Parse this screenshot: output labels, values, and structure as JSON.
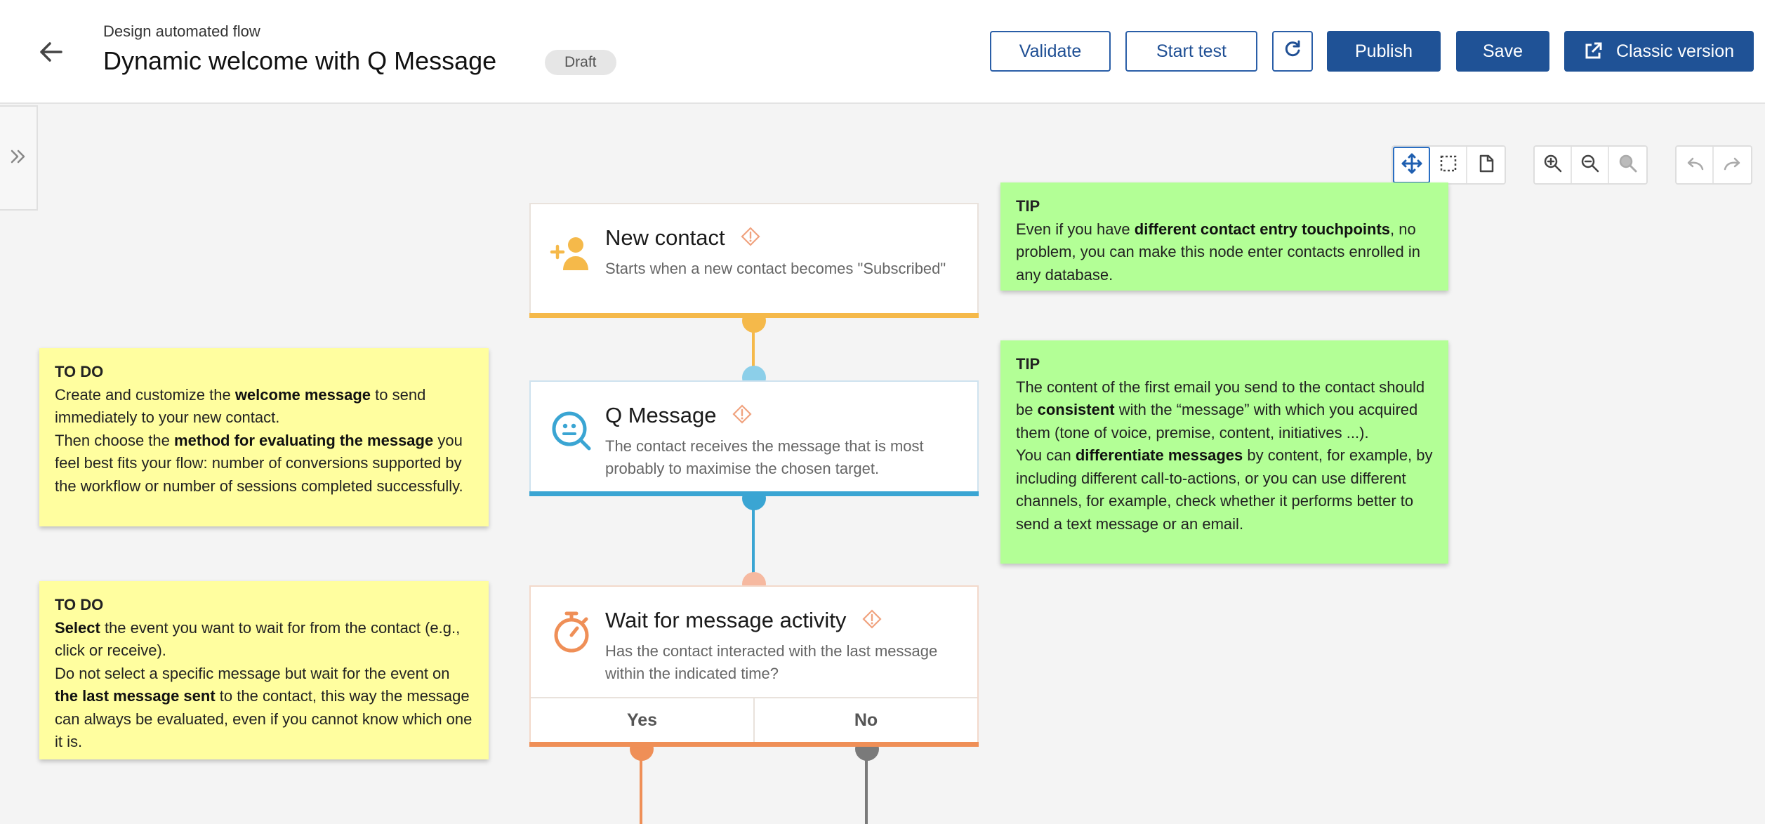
{
  "header": {
    "subtitle": "Design automated flow",
    "title": "Dynamic welcome with Q Message",
    "status_badge": "Draft",
    "buttons": {
      "validate": "Validate",
      "start_test": "Start test",
      "publish": "Publish",
      "save": "Save",
      "classic_version": "Classic version"
    }
  },
  "colors": {
    "primary": "#1f5296",
    "new_contact": "#f5b94a",
    "q_message": "#3aa5d3",
    "wait_activity": "#ef8f57",
    "no_branch": "#777777",
    "note_yellow": "#fffe9f",
    "note_green": "#b3ff96"
  },
  "nodes": {
    "new_contact": {
      "icon": "add-person-icon",
      "title": "New contact",
      "description": "Starts when a new contact becomes \"Subscribed\""
    },
    "q_message": {
      "icon": "q-message-icon",
      "title": "Q Message",
      "description": "The contact receives the message that is most probably to maximise the chosen target."
    },
    "wait_activity": {
      "icon": "stopwatch-icon",
      "title": "Wait for message activity",
      "description": "Has the contact interacted with the last message within the indicated time?",
      "branch_yes": "Yes",
      "branch_no": "No"
    }
  },
  "notes": {
    "tip1": {
      "heading": "TIP",
      "parts": [
        "Even if you have ",
        "different contact entry touchpoints",
        ", no problem, you can make this node enter contacts enrolled in any database."
      ]
    },
    "tip2": {
      "heading": "TIP",
      "parts": [
        "The content of the first email you send to the contact should be ",
        "consistent",
        " with the “message” with which you acquired them (tone of voice, premise, content, initiatives ...).",
        "You can ",
        "differentiate messages",
        " by content, for example, by including different call-to-actions, or you can use different channels, for example, check whether it performs better to send a text message or an email."
      ]
    },
    "todo1": {
      "heading": "TO DO",
      "parts": [
        "Create and customize the ",
        "welcome message",
        " to send immediately to your new contact.",
        "Then choose the ",
        "method for evaluating the message",
        " you feel best fits your flow: number of conversions supported by the workflow or number of sessions completed successfully."
      ]
    },
    "todo2": {
      "heading": "TO DO",
      "parts": [
        "Select",
        " the event you want to wait for from the contact (e.g., click or receive).",
        "Do not select a specific message but wait for the event on ",
        "the last message sent",
        " to the contact, this way the message can always be evaluated, even if you cannot know which one it is."
      ]
    }
  },
  "toolbar": {
    "tools": [
      "move-icon",
      "select-area-icon",
      "page-icon",
      "zoom-in-icon",
      "zoom-out-icon",
      "zoom-reset-icon",
      "undo-icon",
      "redo-icon"
    ]
  }
}
